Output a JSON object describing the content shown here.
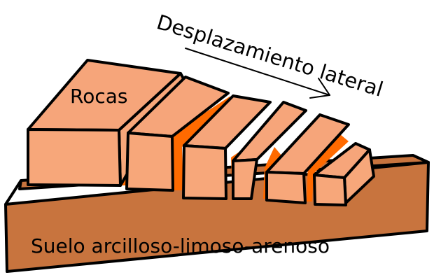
{
  "diagram": {
    "rocks_label": "Rocas",
    "motion_label": "Desplazamiento lateral",
    "soil_label": "Suelo arcilloso-limoso-arenoso"
  },
  "colors": {
    "soil": "#c8743e",
    "rock_front": "#f7a77a",
    "rock_top": "#f6a57a",
    "gap_fill": "#ff6a00",
    "outline": "#000000"
  },
  "icons": {
    "arrow": "arrow-right-icon"
  }
}
